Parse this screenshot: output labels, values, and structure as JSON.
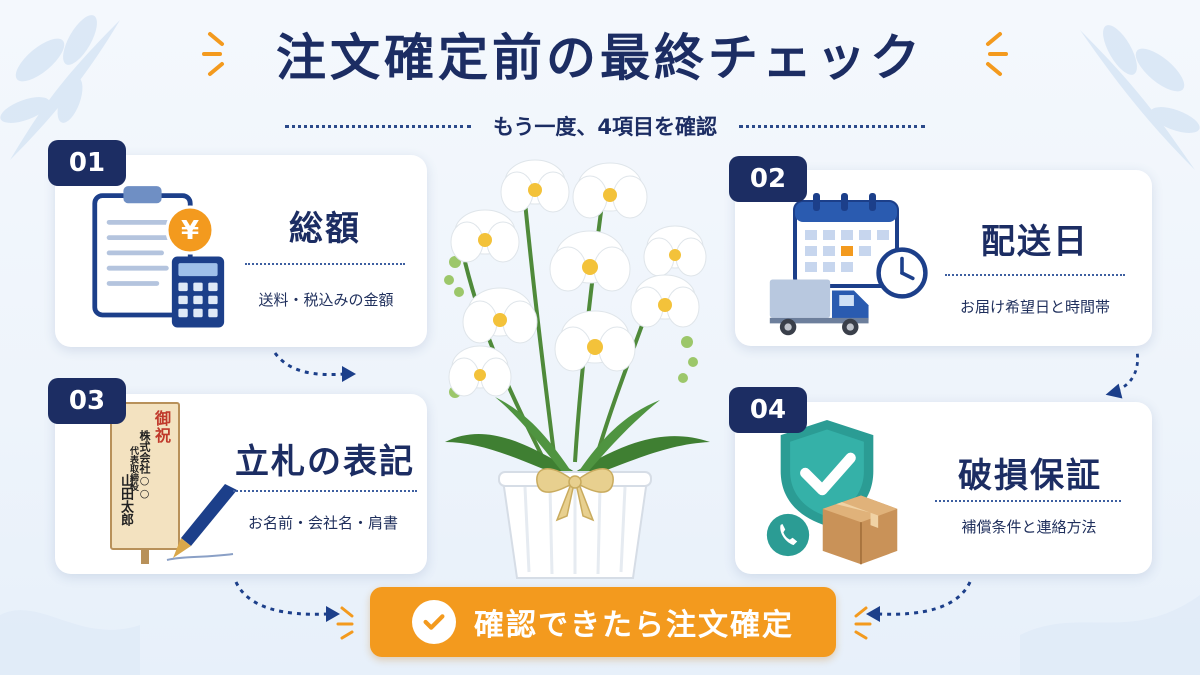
{
  "header": {
    "title": "注文確定前の最終チェック",
    "subtitle": "もう一度、4項目を確認"
  },
  "cards": [
    {
      "number": "01",
      "title": "総額",
      "description": "送料・税込みの金額"
    },
    {
      "number": "02",
      "title": "配送日",
      "description": "お届け希望日と時間帯"
    },
    {
      "number": "03",
      "title": "立札の表記",
      "description": "お名前・会社名・肩書"
    },
    {
      "number": "04",
      "title": "破損保証",
      "description": "補償条件と連絡方法"
    }
  ],
  "placard": {
    "heading": "御祝",
    "company": "株式会社○○",
    "role": "代表取締役",
    "name": "山田太郎"
  },
  "currency_symbol": "¥",
  "cta": {
    "label": "確認できたら注文確定"
  },
  "colors": {
    "navy": "#1c2d63",
    "accent_orange": "#f39a1e",
    "teal": "#2b9c94",
    "background": "#eef4fb"
  },
  "icons": [
    "clipboard-icon",
    "yen-coin-icon",
    "calculator-icon",
    "calendar-icon",
    "clock-icon",
    "truck-icon",
    "pen-icon",
    "shield-check-icon",
    "phone-icon",
    "package-icon",
    "check-circle-icon"
  ]
}
